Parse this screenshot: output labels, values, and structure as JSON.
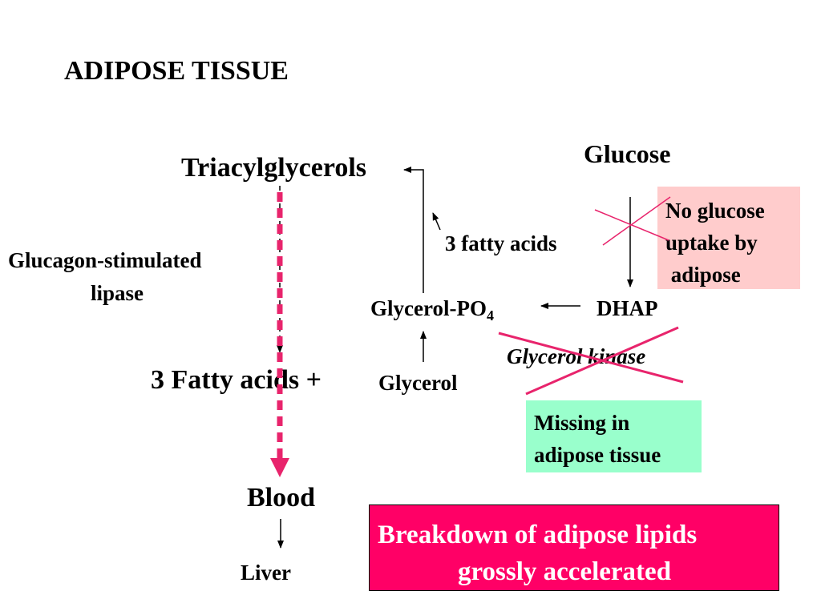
{
  "title": "ADIPOSE TISSUE",
  "nodes": {
    "glucose": "Glucose",
    "triacylglycerols": "Triacylglycerols",
    "lipase_line1": "Glucagon-stimulated",
    "lipase_line2": "lipase",
    "three_fatty_acids": "3 fatty acids",
    "glycerol_po": "Glycerol-PO",
    "glycerol_po_sub": "4",
    "dhap": "DHAP",
    "glycerol_kinase": "Glycerol kinase",
    "fatty_acids_plus": "3 Fatty acids +",
    "glycerol": "Glycerol",
    "blood": "Blood",
    "liver": "Liver"
  },
  "no_glucose_box": {
    "lines": [
      "No glucose",
      "uptake by",
      " adipose"
    ],
    "color": "#ffcccc"
  },
  "missing_box": {
    "lines": [
      "Missing in",
      "adipose tissue"
    ],
    "color": "#99ffcc"
  },
  "breakdown_box": {
    "lines": [
      "Breakdown of adipose lipids",
      "grossly accelerated"
    ],
    "color": "#ff0066"
  },
  "colors": {
    "cross": "#e8246c",
    "dashed_arrow": "#e8246c",
    "text": "#000000"
  }
}
